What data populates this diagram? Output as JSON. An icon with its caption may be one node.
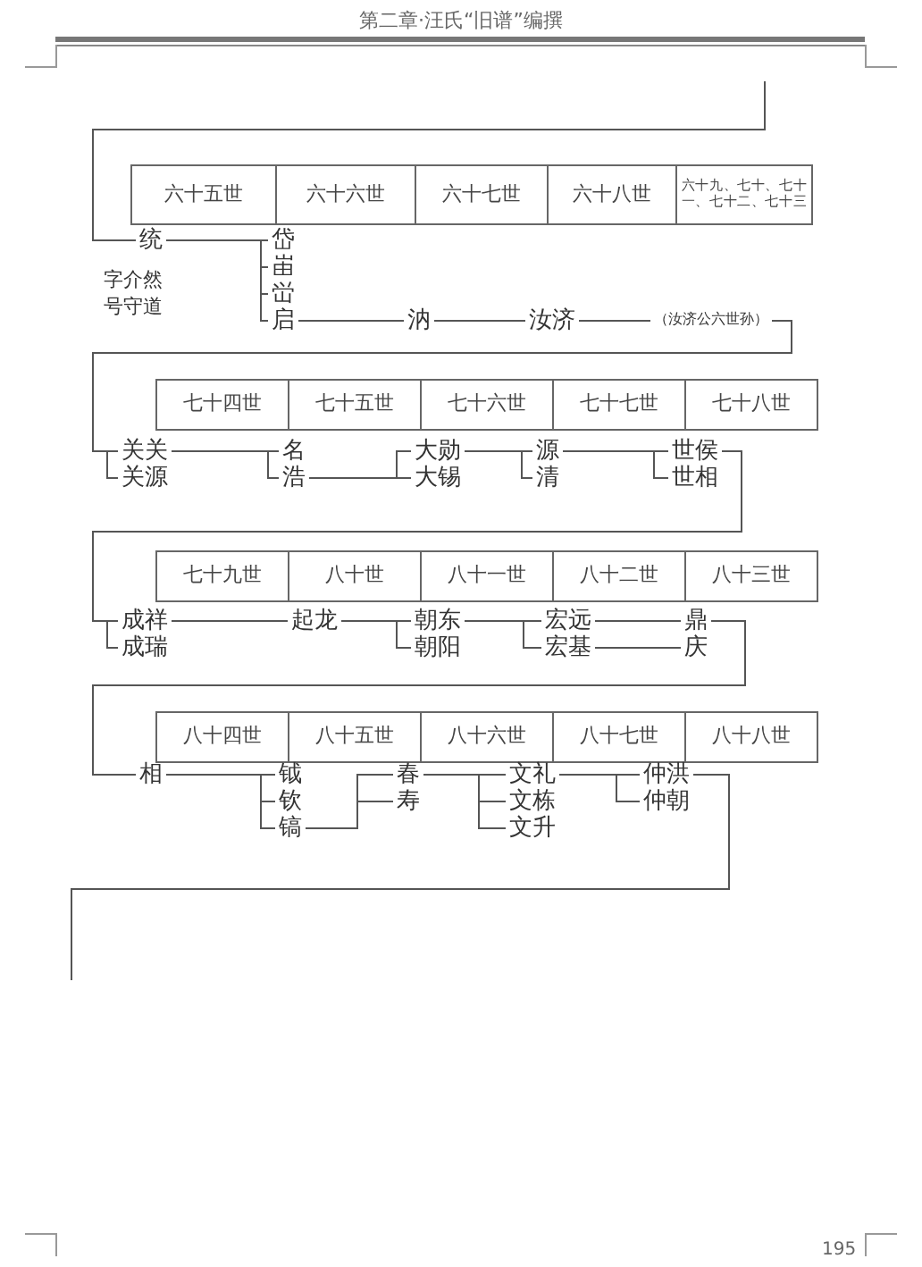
{
  "diagram": {
    "nodes": [
      {
        "text": [
          "统"
        ],
        "beside": [
          "字介然号守道"
        ]
      },
      {
        "text": [
          "岱"
        ]
      },
      {
        "text": [
          "峀"
        ]
      },
      {
        "text": [
          "峃"
        ]
      },
      {
        "text": [
          "启"
        ]
      },
      {
        "text": [
          "汭"
        ]
      },
      {
        "text": [
          "汝济"
        ]
      },
      {
        "text": [
          "（汝济公六世孙）"
        ]
      },
      {
        "text": [
          "关关"
        ]
      },
      {
        "text": [
          "关源"
        ]
      },
      {
        "text": [
          "名"
        ]
      },
      {
        "text": [
          "浩"
        ]
      },
      {
        "text": [
          "大勋"
        ]
      },
      {
        "text": [
          "大锡"
        ]
      },
      {
        "text": [
          "源"
        ]
      },
      {
        "text": [
          "清"
        ]
      },
      {
        "text": [
          "世侯"
        ]
      },
      {
        "text": [
          "世相"
        ]
      },
      {
        "text": [
          "成祥"
        ]
      },
      {
        "text": [
          "成瑞"
        ]
      },
      {
        "text": [
          "起龙"
        ]
      },
      {
        "text": [
          "朝东"
        ]
      },
      {
        "text": [
          "朝阳"
        ]
      },
      {
        "text": [
          "宏远"
        ]
      },
      {
        "text": [
          "宏基"
        ]
      },
      {
        "text": [
          "鼎"
        ]
      },
      {
        "text": [
          "庆"
        ]
      },
      {
        "text": [
          "相"
        ]
      },
      {
        "text": [
          "钺"
        ]
      },
      {
        "text": [
          "钦"
        ]
      },
      {
        "text": [
          "镐"
        ]
      },
      {
        "text": [
          "春"
        ]
      },
      {
        "text": [
          "寿"
        ]
      },
      {
        "text": [
          "文礼"
        ]
      },
      {
        "text": [
          "文栋"
        ]
      },
      {
        "text": [
          "文升"
        ]
      },
      {
        "text": [
          "仲洪"
        ]
      },
      {
        "text": [
          "仲朝"
        ]
      }
    ],
    "edges": [
      {
        "from": null,
        "to": 0,
        "arrow": "none"
      },
      {
        "from": 0,
        "to": 1,
        "arrow": "none"
      },
      {
        "from": 0,
        "to": 2,
        "arrow": "none"
      },
      {
        "from": 0,
        "to": 3,
        "arrow": "none"
      },
      {
        "from": 0,
        "to": 4,
        "arrow": "none"
      },
      {
        "from": 4,
        "to": 5,
        "arrow": "none"
      },
      {
        "from": 5,
        "to": 6,
        "arrow": "none"
      },
      {
        "from": 6,
        "to": 7,
        "arrow": "none"
      },
      {
        "from": 7,
        "to": 8,
        "arrow": "none"
      },
      {
        "from": 7,
        "to": 9,
        "arrow": "none"
      },
      {
        "from": 8,
        "to": 10,
        "arrow": "none"
      },
      {
        "from": 8,
        "to": 11,
        "arrow": "none"
      },
      {
        "from": 11,
        "to": 12,
        "arrow": "none"
      },
      {
        "from": 11,
        "to": 13,
        "arrow": "none"
      },
      {
        "from": 12,
        "to": 14,
        "arrow": "none"
      },
      {
        "from": 12,
        "to": 15,
        "arrow": "none"
      },
      {
        "from": 14,
        "to": 16,
        "arrow": "none"
      },
      {
        "from": 14,
        "to": 17,
        "arrow": "none"
      },
      {
        "from": 16,
        "to": 18,
        "arrow": "none"
      },
      {
        "from": 16,
        "to": 19,
        "arrow": "none"
      },
      {
        "from": 18,
        "to": 20,
        "arrow": "none"
      },
      {
        "from": 20,
        "to": 21,
        "arrow": "none"
      },
      {
        "from": 20,
        "to": 22,
        "arrow": "none"
      },
      {
        "from": 21,
        "to": 23,
        "arrow": "none"
      },
      {
        "from": 21,
        "to": 24,
        "arrow": "none"
      },
      {
        "from": 23,
        "to": 25,
        "arrow": "none"
      },
      {
        "from": 24,
        "to": 26,
        "arrow": "none"
      },
      {
        "from": 25,
        "to": 27,
        "arrow": "none"
      },
      {
        "from": 27,
        "to": 28,
        "arrow": "none"
      },
      {
        "from": 27,
        "to": 29,
        "arrow": "none"
      },
      {
        "from": 27,
        "to": 30,
        "arrow": "none"
      },
      {
        "from": 30,
        "to": 31,
        "arrow": "none"
      },
      {
        "from": 30,
        "to": 32,
        "arrow": "none"
      },
      {
        "from": 31,
        "to": 33,
        "arrow": "none"
      },
      {
        "from": 31,
        "to": 34,
        "arrow": "none"
      },
      {
        "from": 31,
        "to": 35,
        "arrow": "none"
      },
      {
        "from": 33,
        "to": 36,
        "arrow": "none"
      },
      {
        "from": 33,
        "to": 37,
        "arrow": "none"
      },
      {
        "from": 36,
        "to": null,
        "arrow": "none"
      }
    ],
    "labels": [
      "第二章·汪氏“旧谱”编撰",
      "六十五世",
      "六十六世",
      "六十七世",
      "六十八世",
      "六十九、七十、七十一、七十二、七十三",
      "七十四世",
      "七十五世",
      "七十六世",
      "七十七世",
      "七十八世",
      "七十九世",
      "八十世",
      "八十一世",
      "八十二世",
      "八十三世",
      "八十四世",
      "八十五世",
      "八十六世",
      "八十七世",
      "八十八世",
      "195"
    ]
  }
}
